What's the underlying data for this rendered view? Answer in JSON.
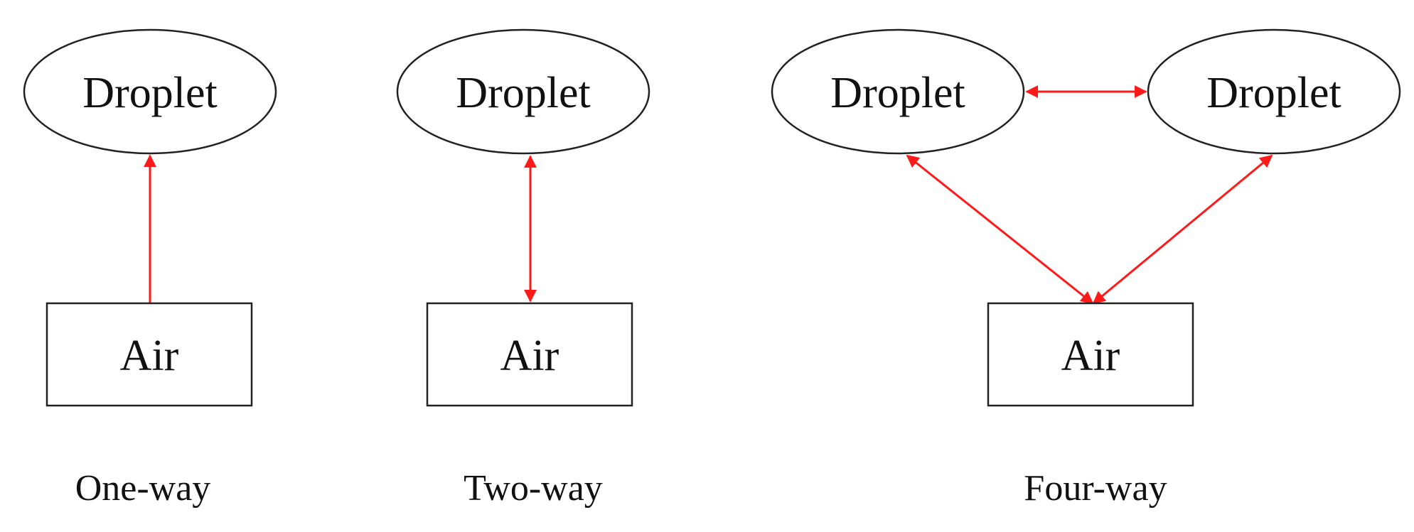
{
  "colors": {
    "arrow": "#ff1a1a",
    "outline": "#222222",
    "text": "#111111",
    "background": "#ffffff"
  },
  "panels": [
    {
      "caption": "One-way",
      "nodes": [
        {
          "id": "droplet",
          "shape": "ellipse",
          "label": "Droplet"
        },
        {
          "id": "air",
          "shape": "rectangle",
          "label": "Air"
        }
      ],
      "links": [
        {
          "from": "air",
          "to": "droplet",
          "direction": "one-way"
        }
      ]
    },
    {
      "caption": "Two-way",
      "nodes": [
        {
          "id": "droplet",
          "shape": "ellipse",
          "label": "Droplet"
        },
        {
          "id": "air",
          "shape": "rectangle",
          "label": "Air"
        }
      ],
      "links": [
        {
          "from": "air",
          "to": "droplet",
          "direction": "two-way"
        }
      ]
    },
    {
      "caption": "Four-way",
      "nodes": [
        {
          "id": "droplet-1",
          "shape": "ellipse",
          "label": "Droplet"
        },
        {
          "id": "droplet-2",
          "shape": "ellipse",
          "label": "Droplet"
        },
        {
          "id": "air",
          "shape": "rectangle",
          "label": "Air"
        }
      ],
      "links": [
        {
          "from": "droplet-1",
          "to": "droplet-2",
          "direction": "two-way"
        },
        {
          "from": "air",
          "to": "droplet-1",
          "direction": "two-way"
        },
        {
          "from": "air",
          "to": "droplet-2",
          "direction": "two-way"
        }
      ]
    }
  ]
}
